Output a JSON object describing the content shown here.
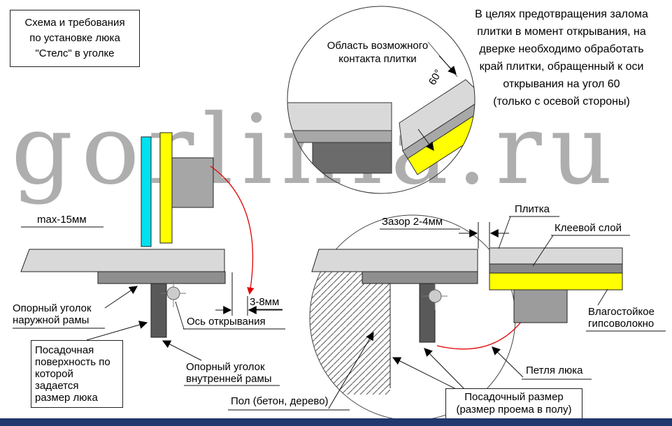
{
  "watermark": "gorlinia.ru",
  "colors": {
    "cyan": "#00e1f0",
    "yellow": "#ffff00",
    "red": "#e00000",
    "footer_bar": "#21386e"
  },
  "header": {
    "title_box": "Схема и требования\nпо установке люка\n\"Стелс\" в уголке",
    "note": "В целях предотвращения залома\nплитки в момент открывания, на\nдверке необходимо обработать\nкрай плитки, обращенный к оси\nоткрывания на угол 60\n(только с осевой стороны)"
  },
  "detail": {
    "contact_label": "Область возможного\nконтакта плитки",
    "angle": "60°"
  },
  "left": {
    "max_tile": "max-15мм",
    "dim_axis": "3-8мм",
    "axis": "Ось открывания",
    "outer_angle": "Опорный уголок\nнаружной рамы",
    "seat_surface": "Посадочная\nповерхность по\nкоторой задается\nразмер люка",
    "inner_angle": "Опорный уголок\nвнутренней рамы"
  },
  "right": {
    "gap": "Зазор 2-4мм",
    "tile": "Плитка",
    "glue": "Клеевой слой",
    "gypsum": "Влагостойкое\nгипсоволокно",
    "hinge": "Петля люка",
    "floor": "Пол (бетон, дерево)",
    "seat_size": "Посадочный размер\n(размер проема в полу)"
  }
}
